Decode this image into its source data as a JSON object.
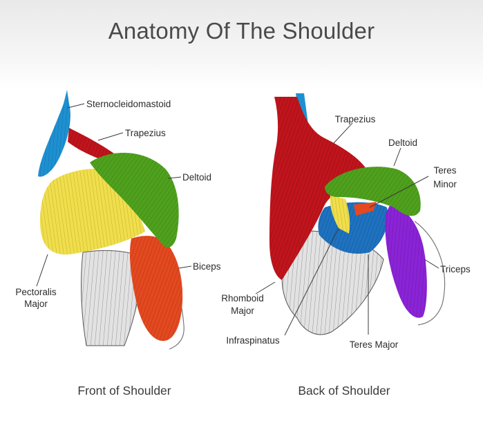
{
  "title": "Anatomy Of The Shoulder",
  "front": {
    "caption": "Front of Shoulder",
    "labels": {
      "sternocleidomastoid": "Sternocleidomastoid",
      "trapezius": "Trapezius",
      "deltoid": "Deltoid",
      "biceps": "Biceps",
      "pectoralis_1": "Pectoralis",
      "pectoralis_2": "Major"
    }
  },
  "back": {
    "caption": "Back of Shoulder",
    "labels": {
      "trapezius": "Trapezius",
      "deltoid": "Deltoid",
      "teres_minor_1": "Teres",
      "teres_minor_2": "Minor",
      "triceps": "Triceps",
      "rhomboid_1": "Rhomboid",
      "rhomboid_2": "Major",
      "infraspinatus": "Infraspinatus",
      "teres_major": "Teres Major"
    }
  },
  "colors": {
    "trapezius": "#c0141c",
    "deltoid": "#4fa11d",
    "pectoralis": "#f0de4c",
    "biceps": "#e4491f",
    "sternocleidomastoid": "#1e90d2",
    "triceps": "#8a23d6",
    "rhomboid": "#1e72c0",
    "gray_muscle": "#d8d8d8"
  }
}
